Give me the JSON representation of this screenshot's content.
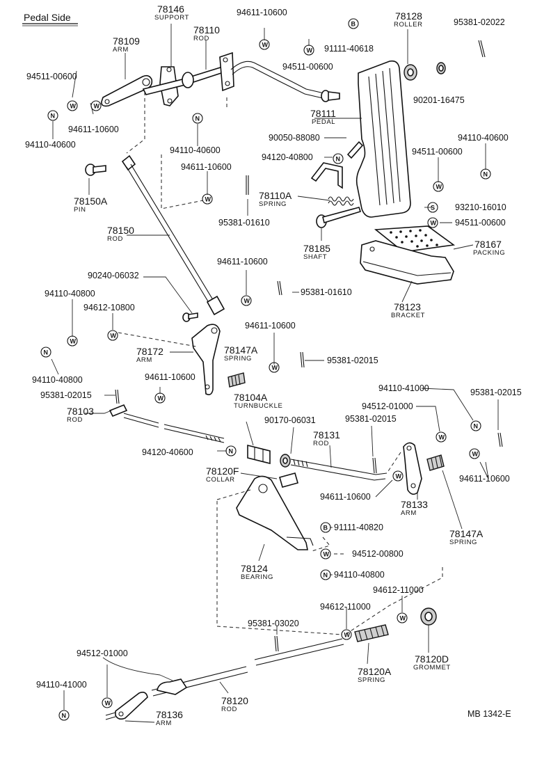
{
  "header": {
    "title": "Pedal Side"
  },
  "footer": {
    "code": "MB  1342-E"
  },
  "symbol_letters": {
    "washer": "W",
    "nut": "N",
    "bolt": "B",
    "screw": "S"
  },
  "parts": {
    "p78146": {
      "num": "78146",
      "name": "SUPPORT"
    },
    "p78110": {
      "num": "78110",
      "name": "ROD"
    },
    "p78109": {
      "num": "78109",
      "name": "ARM"
    },
    "p78128": {
      "num": "78128",
      "name": "ROLLER"
    },
    "p78111": {
      "num": "78111",
      "name": "PEDAL"
    },
    "p78150A": {
      "num": "78150A",
      "name": "PIN"
    },
    "p78110A": {
      "num": "78110A",
      "name": "SPRING"
    },
    "p78150": {
      "num": "78150",
      "name": "ROD"
    },
    "p78185": {
      "num": "78185",
      "name": "SHAFT"
    },
    "p78167": {
      "num": "78167",
      "name": "PACKING"
    },
    "p78123": {
      "num": "78123",
      "name": "BRACKET"
    },
    "p78172": {
      "num": "78172",
      "name": "ARM"
    },
    "p78147A_top": {
      "num": "78147A",
      "name": "SPRING"
    },
    "p78104A": {
      "num": "78104A",
      "name": "TURNBUCKLE"
    },
    "p78103": {
      "num": "78103",
      "name": "ROD"
    },
    "p78131": {
      "num": "78131",
      "name": "ROD"
    },
    "p78120F": {
      "num": "78120F",
      "name": "COLLAR"
    },
    "p78133": {
      "num": "78133",
      "name": "ARM"
    },
    "p78147A_bot": {
      "num": "78147A",
      "name": "SPRING"
    },
    "p78124": {
      "num": "78124",
      "name": "BEARING"
    },
    "p78120A": {
      "num": "78120A",
      "name": "SPRING"
    },
    "p78120D": {
      "num": "78120D",
      "name": "GROMMET"
    },
    "p78120": {
      "num": "78120",
      "name": "ROD"
    },
    "p78136": {
      "num": "78136",
      "name": "ARM"
    }
  },
  "hardware": {
    "h94611_10600_a": "94611-10600",
    "h95381_02022": "95381-02022",
    "h91111_40618": "91111-40618",
    "h94511_00600_a": "94511-00600",
    "h94511_00600_b": "94511-00600",
    "h90201_16475": "90201-16475",
    "h94611_10600_b": "94611-10600",
    "h94110_40600_a": "94110-40600",
    "h94110_40600_b": "94110-40600",
    "h90050_88080": "90050-88080",
    "h94110_40600_c": "94110-40600",
    "h94120_40800": "94120-40800",
    "h94511_00600_c": "94511-00600",
    "h94611_10600_c": "94611-10600",
    "h95381_01610_a": "95381-01610",
    "h93210_16010": "93210-16010",
    "h94511_00600_d": "94511-00600",
    "h94611_10600_d": "94611-10600",
    "h90240_06032": "90240-06032",
    "h95381_01610_b": "95381-01610",
    "h94110_40800_a": "94110-40800",
    "h94612_10800": "94612-10800",
    "h94611_10600_e": "94611-10600",
    "h95381_02015_a": "95381-02015",
    "h94110_40800_b": "94110-40800",
    "h95381_02015_b": "95381-02015",
    "h94611_10600_f": "94611-10600",
    "h94110_41000_a": "94110-41000",
    "h95381_02015_c": "95381-02015",
    "h94512_01000_a": "94512-01000",
    "h90170_06031": "90170-06031",
    "h95381_02015_d": "95381-02015",
    "h94120_40600": "94120-40600",
    "h94611_10600_g": "94611-10600",
    "h94611_10600_h": "94611-10600",
    "h91111_40820": "91111-40820",
    "h94512_00800": "94512-00800",
    "h94110_40800_c": "94110-40800",
    "h94612_11000_a": "94612-11000",
    "h94612_11000_b": "94612-11000",
    "h95381_03020": "95381-03020",
    "h94512_01000_b": "94512-01000",
    "h94110_41000_b": "94110-41000"
  }
}
